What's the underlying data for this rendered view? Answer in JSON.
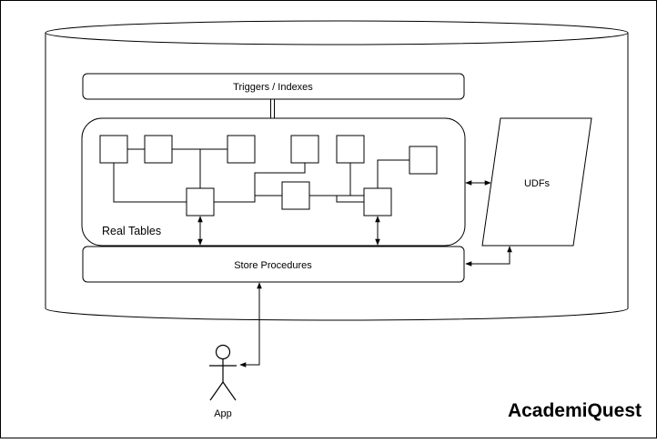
{
  "diagram": {
    "triggers_label": "Triggers / Indexes",
    "real_tables_label": "Real Tables",
    "store_procedures_label": "Store Procedures",
    "udfs_label": "UDFs",
    "app_label": "App",
    "brand": "AcademiQuest"
  }
}
